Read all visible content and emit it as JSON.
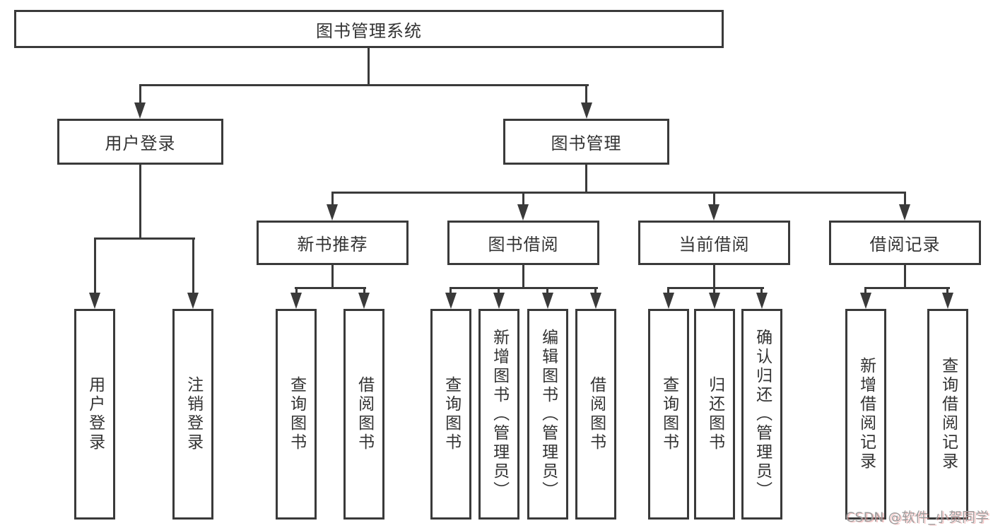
{
  "tree": {
    "root": {
      "label": "图书管理系统",
      "children": [
        {
          "label": "用户登录",
          "children": [
            {
              "label": "用户登录"
            },
            {
              "label": "注销登录"
            }
          ]
        },
        {
          "label": "图书管理",
          "children": [
            {
              "label": "新书推荐",
              "children": [
                {
                  "label": "查询图书"
                },
                {
                  "label": "借阅图书"
                }
              ]
            },
            {
              "label": "图书借阅",
              "children": [
                {
                  "label": "查询图书"
                },
                {
                  "label": "新增图书（管理员）"
                },
                {
                  "label": "编辑图书（管理员）"
                },
                {
                  "label": "借阅图书"
                }
              ]
            },
            {
              "label": "当前借阅",
              "children": [
                {
                  "label": "查询图书"
                },
                {
                  "label": "归还图书"
                },
                {
                  "label": "确认归还（管理员）"
                }
              ]
            },
            {
              "label": "借阅记录",
              "children": [
                {
                  "label": "新增借阅记录"
                },
                {
                  "label": "查询借阅记录"
                }
              ]
            }
          ]
        }
      ]
    }
  },
  "watermark": "CSDN @软件_小贺同学",
  "colors": {
    "line": "#3a3a3a",
    "text": "#333333",
    "watermark": "#9d9d9d",
    "background": "#ffffff"
  }
}
